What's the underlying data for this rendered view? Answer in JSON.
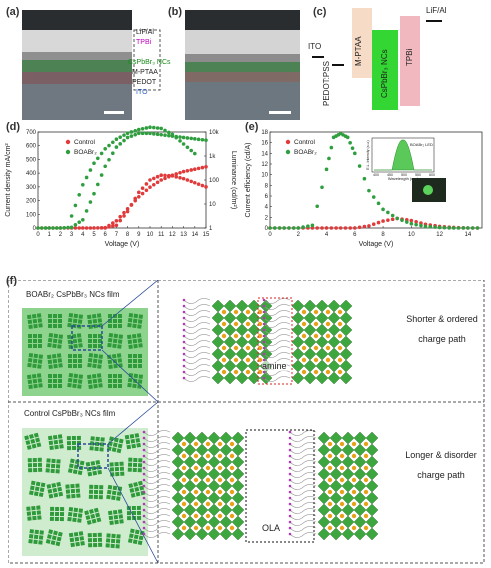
{
  "panels": {
    "a": "(a)",
    "b": "(b)",
    "c": "(c)",
    "d": "(d)",
    "e": "(e)",
    "f": "(f)"
  },
  "layers_a": [
    "LiF/Al",
    "TPBi",
    "CsPbBr₃ NCs",
    "M-PTAA",
    "PEDOT",
    "ITO"
  ],
  "band_diagram": {
    "ito": "ITO",
    "pedot": "PEDOT:PSS",
    "mptaa": "M-PTAA",
    "nc": "CsPbBr₃ NCs",
    "tpbi": "TPBi",
    "lif": "LiF/Al",
    "colors": {
      "mptaa": "#f6dcc6",
      "nc": "#33d633",
      "tpbi": "#f2b8bf"
    }
  },
  "chart_d": {
    "type": "line",
    "xlabel": "Voltage (V)",
    "ylabel_left": "Current density mA/cm²",
    "ylabel_right": "Luminance (cd/m²)",
    "xlim": [
      0,
      15
    ],
    "ylim_left": [
      0,
      700
    ],
    "x_ticks": [
      "0",
      "1",
      "2",
      "3",
      "4",
      "5",
      "6",
      "7",
      "8",
      "9",
      "10",
      "11",
      "12",
      "13",
      "14",
      "15"
    ],
    "y_ticks_left": [
      "0",
      "100",
      "200",
      "300",
      "400",
      "500",
      "600",
      "700"
    ],
    "y_ticks_right": [
      "1",
      "10",
      "100",
      "1k",
      "10k"
    ],
    "legend": [
      "Control",
      "BOABr₂"
    ],
    "colors": {
      "control": "#e03a3a",
      "boa": "#2f9e3f"
    },
    "series_current": [
      {
        "name": "Control",
        "x": [
          0,
          1,
          2,
          3,
          4,
          5,
          6,
          7,
          8,
          9,
          10,
          11,
          12,
          13,
          14,
          15
        ],
        "y": [
          0,
          0,
          0,
          0,
          0,
          0,
          2,
          20,
          120,
          260,
          350,
          385,
          380,
          360,
          330,
          300
        ]
      },
      {
        "name": "BOABr₂",
        "x": [
          0,
          1,
          2,
          3,
          4,
          5,
          6,
          7,
          8,
          9,
          10,
          11,
          12,
          13,
          14,
          15
        ],
        "y": [
          0,
          0,
          0,
          5,
          60,
          250,
          450,
          590,
          660,
          690,
          690,
          680,
          670,
          660,
          650,
          640
        ]
      }
    ],
    "series_luminance_log": [
      {
        "name": "Control",
        "x": [
          6,
          7,
          8,
          9,
          10,
          11,
          12,
          13,
          14,
          15
        ],
        "y": [
          0,
          0.3,
          0.8,
          1.3,
          1.7,
          2.0,
          2.2,
          2.35,
          2.45,
          2.55
        ]
      },
      {
        "name": "BOABr₂",
        "x": [
          3,
          4,
          5,
          6,
          7,
          8,
          9,
          10,
          11,
          12,
          13,
          14
        ],
        "y": [
          0.5,
          1.8,
          2.7,
          3.3,
          3.7,
          3.95,
          4.1,
          4.2,
          4.15,
          3.9,
          3.5,
          3.1
        ]
      }
    ]
  },
  "chart_e": {
    "type": "line",
    "xlabel": "Voltage (V)",
    "ylabel": "Current efficiency (cd/A)",
    "xlim": [
      0,
      15
    ],
    "ylim": [
      0,
      18
    ],
    "x_ticks": [
      "0",
      "2",
      "4",
      "6",
      "8",
      "10",
      "12",
      "14"
    ],
    "y_ticks": [
      "0",
      "2",
      "4",
      "6",
      "8",
      "10",
      "12",
      "14",
      "16",
      "18"
    ],
    "legend": [
      "Control",
      "BOABr₂"
    ],
    "series": [
      {
        "name": "Control",
        "x": [
          0,
          1,
          2,
          3,
          4,
          5,
          6,
          7,
          8,
          9,
          10,
          11,
          12,
          13,
          14,
          15
        ],
        "y": [
          0,
          0,
          0,
          0,
          0,
          0,
          0,
          0.4,
          1.3,
          1.8,
          1.4,
          0.7,
          0.3,
          0.1,
          0,
          0
        ]
      },
      {
        "name": "BOABr₂",
        "x": [
          0,
          1,
          2,
          3,
          4,
          4.5,
          5,
          5.5,
          6,
          7,
          8,
          9,
          10,
          11,
          12,
          13,
          14,
          15
        ],
        "y": [
          0,
          0,
          0,
          0.5,
          11,
          17,
          17.7,
          17,
          14,
          7,
          3.5,
          1.8,
          0.8,
          0.3,
          0.1,
          0,
          0,
          0
        ]
      }
    ],
    "inset": {
      "legend": "BOABr₂ LED",
      "xlabel": "Wavelength (nm)",
      "ylabel": "E.L. Intensity (a.u.)",
      "x_ticks": [
        "400",
        "450",
        "500",
        "550",
        "600"
      ]
    }
  },
  "schematic": {
    "top_film": "BOABr₂ CsPbBr₃ NCs film",
    "bottom_film": "Control CsPbBr₃ NCs film",
    "top_ligand": "amine",
    "bottom_ligand": "OLA",
    "top_caption_1": "Shorter & ordered",
    "top_caption_2": "charge path",
    "bottom_caption_1": "Longer & disorder",
    "bottom_caption_2": "charge path"
  }
}
